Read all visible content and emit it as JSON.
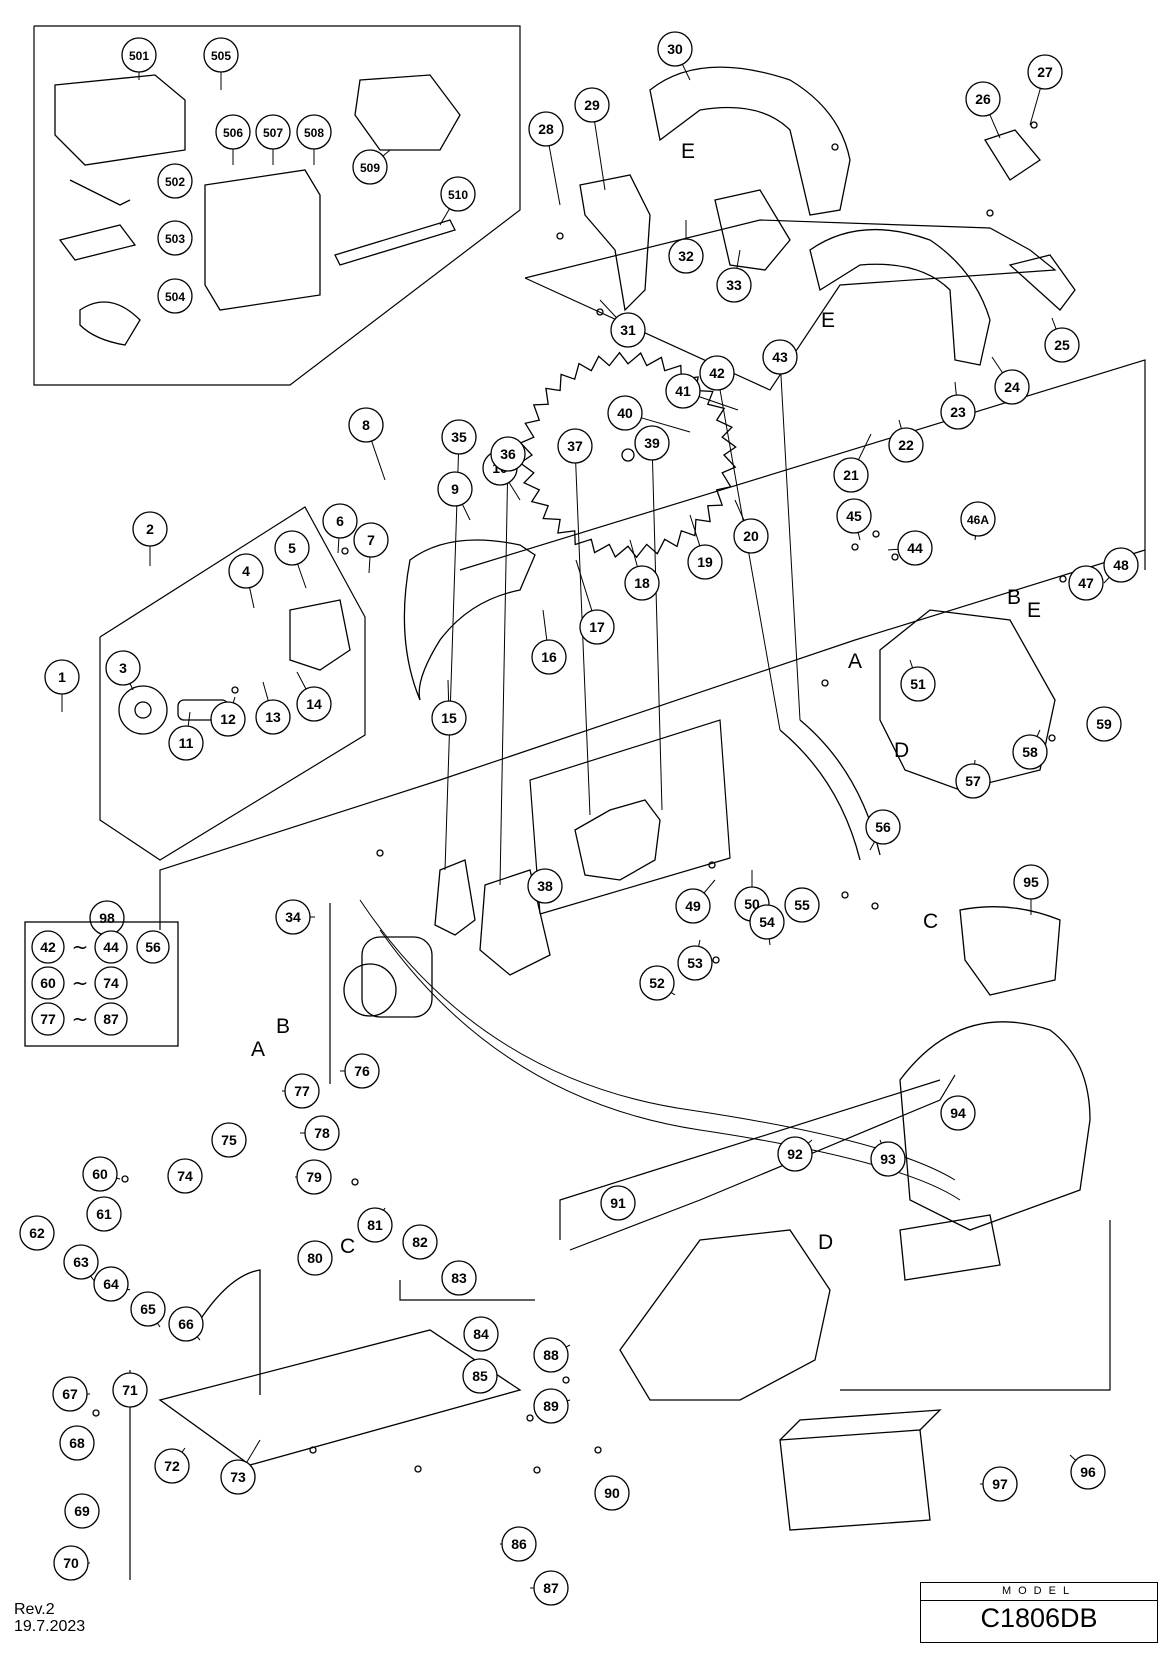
{
  "document": {
    "revision": "Rev.2",
    "date": "19.7.2023",
    "model_label": "MODEL",
    "model_code": "C1806DB"
  },
  "part_numbers": [
    "1",
    "2",
    "3",
    "4",
    "5",
    "6",
    "7",
    "8",
    "9",
    "10",
    "11",
    "12",
    "13",
    "14",
    "15",
    "16",
    "17",
    "18",
    "19",
    "20",
    "21",
    "22",
    "23",
    "24",
    "25",
    "26",
    "27",
    "28",
    "29",
    "30",
    "31",
    "32",
    "33",
    "34",
    "35",
    "36",
    "37",
    "38",
    "39",
    "40",
    "41",
    "42",
    "43",
    "44",
    "45",
    "46A",
    "47",
    "48",
    "49",
    "50",
    "51",
    "52",
    "53",
    "54",
    "55",
    "56",
    "57",
    "58",
    "59",
    "60",
    "61",
    "62",
    "63",
    "64",
    "65",
    "66",
    "67",
    "68",
    "69",
    "70",
    "71",
    "72",
    "73",
    "74",
    "75",
    "76",
    "77",
    "78",
    "79",
    "80",
    "81",
    "82",
    "83",
    "84",
    "85",
    "86",
    "87",
    "88",
    "89",
    "90",
    "91",
    "92",
    "93",
    "94",
    "95",
    "96",
    "97",
    "98",
    "501",
    "502",
    "503",
    "504",
    "505",
    "506",
    "507",
    "508",
    "509",
    "510"
  ],
  "section_letters": [
    "A",
    "B",
    "C",
    "D",
    "E"
  ],
  "set_98_ranges": [
    {
      "from": "42",
      "to": "44"
    },
    {
      "from": "56",
      "to": ""
    },
    {
      "from": "60",
      "to": "74"
    },
    {
      "from": "77",
      "to": "87"
    }
  ],
  "range_separator": "~"
}
